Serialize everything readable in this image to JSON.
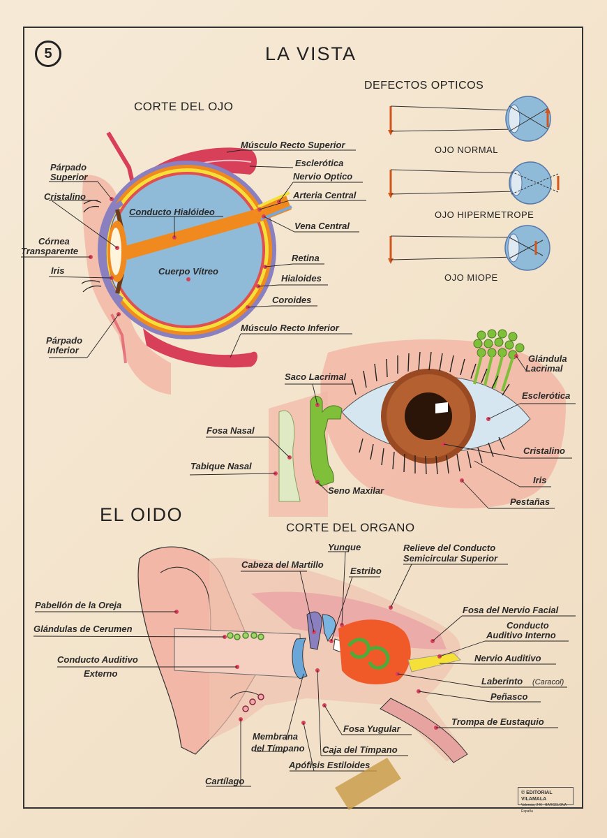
{
  "plate_number": "5",
  "title": "LA VISTA",
  "eye_section": {
    "heading": "CORTE DEL OJO",
    "labels": {
      "musculo_recto_superior": "Músculo Recto Superior",
      "esclerotica": "Esclerótica",
      "nervio_optico": "Nervio Optico",
      "arteria_central": "Arteria Central",
      "vena_central": "Vena Central",
      "parpado_superior_1": "Párpado",
      "parpado_superior_2": "Superior",
      "cristalino": "Cristalino",
      "conducto_hialoideo": "Conducto Hialóideo",
      "cornea_1": "Córnea",
      "cornea_2": "Transparente",
      "iris": "Iris",
      "cuerpo_vitreo": "Cuerpo Vítreo",
      "retina": "Retina",
      "hialoides": "Hialoides",
      "coroides": "Coroides",
      "musculo_recto_inferior": "Músculo Recto Inferior",
      "parpado_inferior_1": "Párpado",
      "parpado_inferior_2": "Inferior"
    }
  },
  "optical_defects": {
    "heading": "DEFECTOS OPTICOS",
    "normal": "OJO NORMAL",
    "hipermetrope": "OJO HIPERMETROPE",
    "miope": "OJO MIOPE"
  },
  "external_eye": {
    "saco_lacrimal": "Saco Lacrimal",
    "glandula_1": "Glándula",
    "glandula_2": "Lacrimal",
    "esclerotica": "Esclerótica",
    "fosa_nasal": "Fosa Nasal",
    "tabique_nasal": "Tabique Nasal",
    "cristalino": "Cristalino",
    "iris": "Iris",
    "seno_maxilar": "Seno Maxilar",
    "pestanas": "Pestañas"
  },
  "ear_section": {
    "title": "EL OIDO",
    "heading": "CORTE DEL ORGANO",
    "labels": {
      "yunque": "Yunque",
      "relieve_1": "Relieve del Conducto",
      "relieve_2": "Semicircular Superior",
      "cabeza_martillo": "Cabeza del Martillo",
      "estribo": "Estribo",
      "pabellon": "Pabellón de la Oreja",
      "fosa_nervio_facial": "Fosa del Nervio Facial",
      "glandulas_cerumen": "Glándulas de Cerumen",
      "conducto_interno_1": "Conducto",
      "conducto_interno_2": "Auditivo Interno",
      "conducto_externo_1": "Conducto Auditivo",
      "conducto_externo_2": "Externo",
      "nervio_auditivo": "Nervio Auditivo",
      "laberinto": "Laberinto",
      "caracol": "(Caracol)",
      "penasco": "Peñasco",
      "trompa": "Trompa de Eustaquio",
      "fosa_yugular": "Fosa Yugular",
      "membrana_1": "Membrana",
      "membrana_2": "del Tímpano",
      "caja_timpano": "Caja del Tímpano",
      "apofisis": "Apófisis Estiloides",
      "cartilago": "Cartílago"
    }
  },
  "publisher": {
    "name": "© EDITORIAL VILAMALA",
    "address": "Valencia, 246 · BARCELONA España"
  },
  "colors": {
    "vitreous": "#8fbad8",
    "lens_orange": "#f08a1e",
    "muscle_red": "#d8405a",
    "skin_pink": "#f2b7a6",
    "gland_green": "#7fbf3a",
    "iris_brown": "#9a4a22",
    "labyrinth_green": "#4faa3a",
    "nerve_yellow": "#f5e03a",
    "chamber_red": "#f05a28"
  }
}
